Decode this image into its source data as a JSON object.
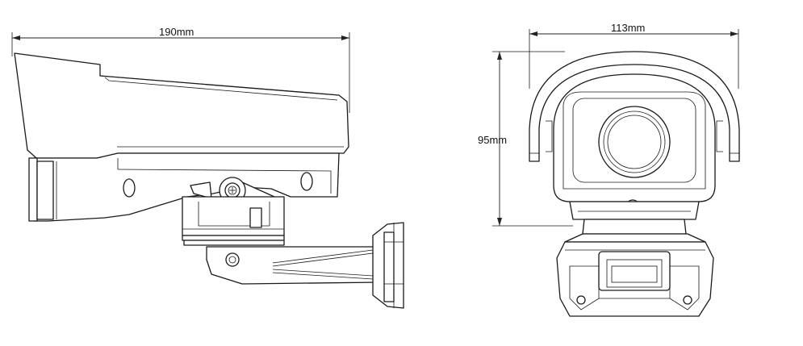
{
  "dimensions": {
    "side_width": "190mm",
    "front_width": "113mm",
    "front_height": "95mm"
  }
}
